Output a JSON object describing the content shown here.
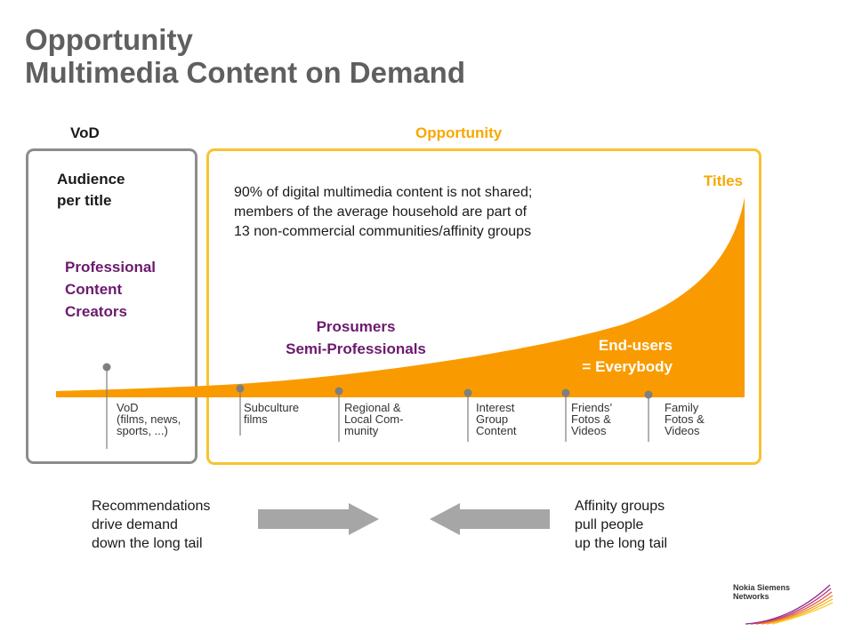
{
  "title": [
    "Opportunity",
    "Multimedia Content on Demand"
  ],
  "sections": {
    "vod_label": "VoD",
    "opportunity_label": "Opportunity"
  },
  "y_axis_label": [
    "Audience",
    "per title"
  ],
  "x_axis_label": "Titles",
  "note": [
    "90% of digital multimedia content is not shared;",
    "members of the average household are part of",
    "13 non-commercial communities/affinity groups"
  ],
  "segments": {
    "professional": [
      "Professional",
      "Content",
      "Creators"
    ],
    "prosumers": [
      "Prosumers",
      "Semi-Professionals"
    ],
    "endusers": [
      "End-users",
      "= Everybody"
    ]
  },
  "categories": [
    {
      "lines": [
        "VoD",
        "(films, news,",
        "sports, ...)"
      ]
    },
    {
      "lines": [
        "Subculture",
        "films"
      ]
    },
    {
      "lines": [
        "Regional &",
        "Local Com-",
        "munity"
      ]
    },
    {
      "lines": [
        "Interest",
        "Group",
        "Content"
      ]
    },
    {
      "lines": [
        "Friends’",
        "Fotos &",
        "Videos"
      ]
    },
    {
      "lines": [
        "Family",
        "Fotos &",
        "Videos"
      ]
    }
  ],
  "bottom": {
    "left_text": [
      "Recommendations",
      "drive demand",
      "down the long tail"
    ],
    "right_text": [
      "Affinity groups",
      "pull people",
      "up the long tail"
    ]
  },
  "logo": [
    "Nokia Siemens",
    "Networks"
  ],
  "colors": {
    "orange": "#f99b00",
    "title_gray": "#5f5f5f",
    "vod_gray": "#8c8c8c",
    "opportunity_yellow": "#f7c331",
    "purple": "#6b1a6e",
    "arrow_gray": "#a6a6a6"
  }
}
